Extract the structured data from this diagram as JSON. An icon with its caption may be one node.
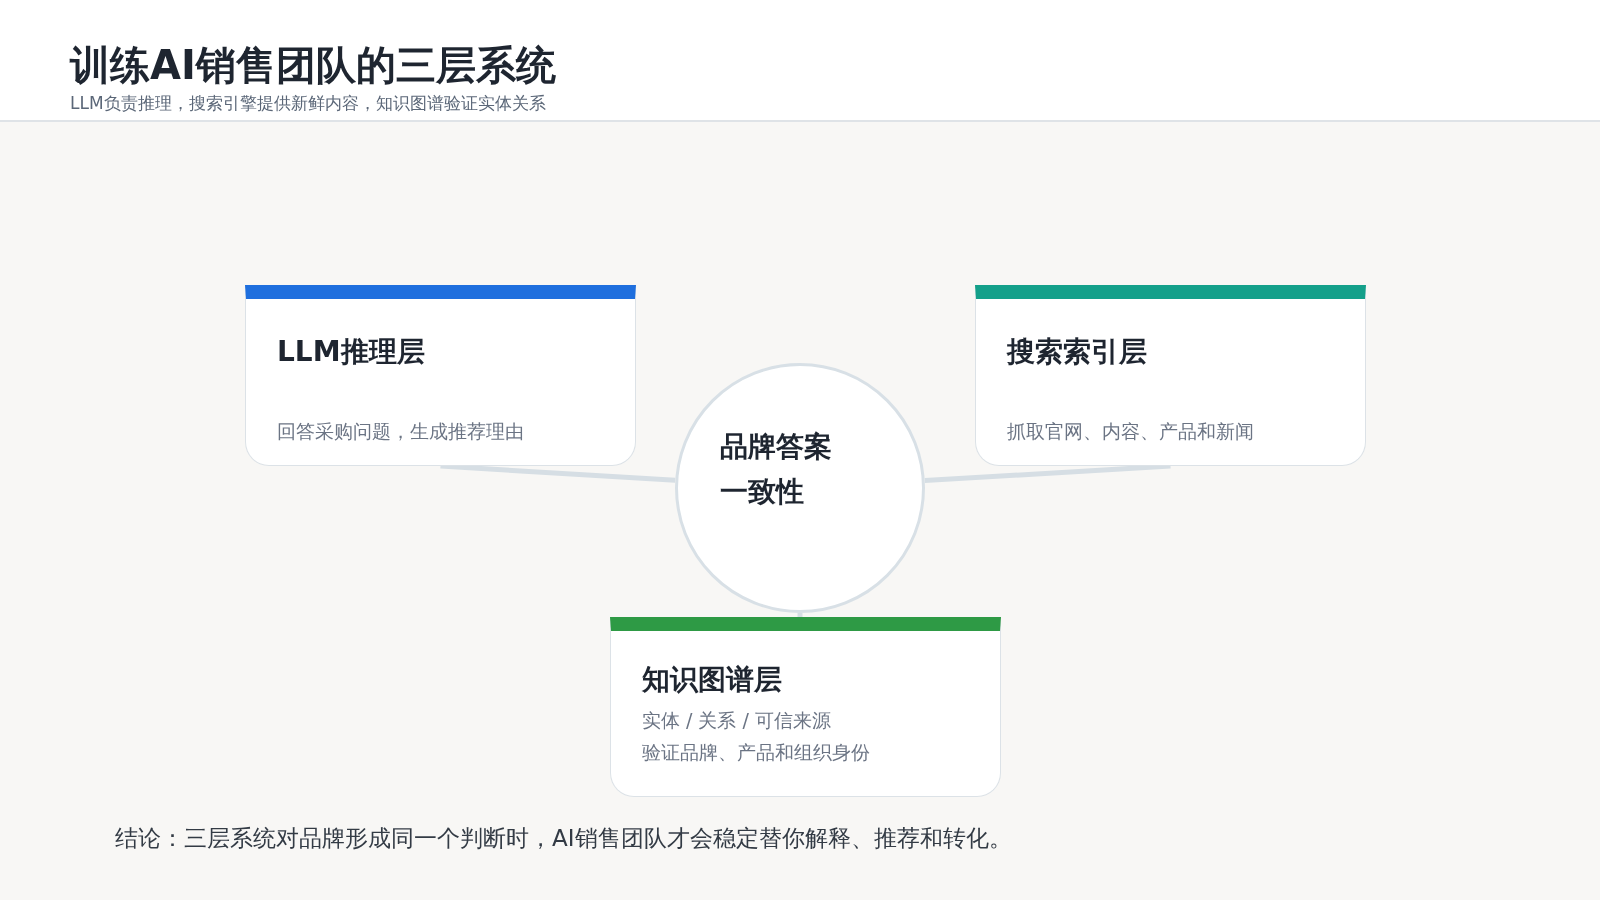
{
  "diagram": {
    "title": "训练AI销售团队的三层系统",
    "caption": "结论：三层系统对品牌形成同一个判断时，AI销售团队才会稳定替你解释、推荐和转化。",
    "nodes": [
      {
        "text": [
          "LLM推理层",
          "回答采购问题，生成推荐理由"
        ]
      },
      {
        "text": [
          "搜索索引层",
          "抓取官网、内容、产品和新闻"
        ]
      },
      {
        "text": [
          "品牌答案一致性"
        ]
      },
      {
        "text": [
          "知识图谱层",
          "实体 / 关系 / 可信来源",
          "验证品牌、产品和组织身份"
        ]
      }
    ],
    "edges": [
      {
        "from": 0,
        "to": 2,
        "arrow": "none"
      },
      {
        "from": 1,
        "to": 2,
        "arrow": "none"
      },
      {
        "from": 3,
        "to": 2,
        "arrow": "none"
      }
    ],
    "labels": [
      "LLM负责推理，搜索引擎提供新鲜内容，知识图谱验证实体关系"
    ]
  }
}
